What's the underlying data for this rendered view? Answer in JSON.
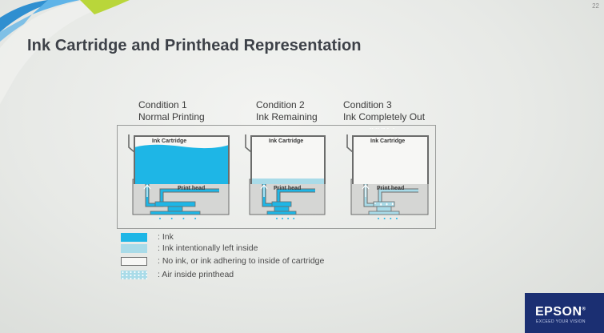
{
  "page_number": "22",
  "title": "Ink Cartridge and Printhead Representation",
  "colors": {
    "ink": "#1eb6e6",
    "ink_remaining": "#a9dbe8",
    "no_ink": "#f7f7f5",
    "air": "#a9dbe8",
    "body": "#d5d6d4",
    "outline": "#6b6c6b",
    "brand": "#1b2f72"
  },
  "conditions": [
    {
      "line1": "Condition 1",
      "line2": "Normal Printing",
      "state": "full",
      "cartridge_label": "Ink Cartridge",
      "head_label": "Print head"
    },
    {
      "line1": "Condition 2",
      "line2": "Ink Remaining",
      "state": "remaining",
      "cartridge_label": "Ink Cartridge",
      "head_label": "Print head"
    },
    {
      "line1": "Condition 3",
      "line2": "Ink Completely Out",
      "state": "empty",
      "cartridge_label": "Ink Cartridge",
      "head_label": "Print head"
    }
  ],
  "legend": [
    {
      "kind": "ink",
      "label": ": Ink"
    },
    {
      "kind": "ink_remaining",
      "label": ": Ink intentionally left inside"
    },
    {
      "kind": "no_ink",
      "label": ": No ink, or ink adhering to inside of cartridge"
    },
    {
      "kind": "air",
      "label": ": Air inside printhead"
    }
  ],
  "brand": {
    "name": "EPSON",
    "trademark": "®",
    "tagline": "EXCEED YOUR VISION"
  }
}
